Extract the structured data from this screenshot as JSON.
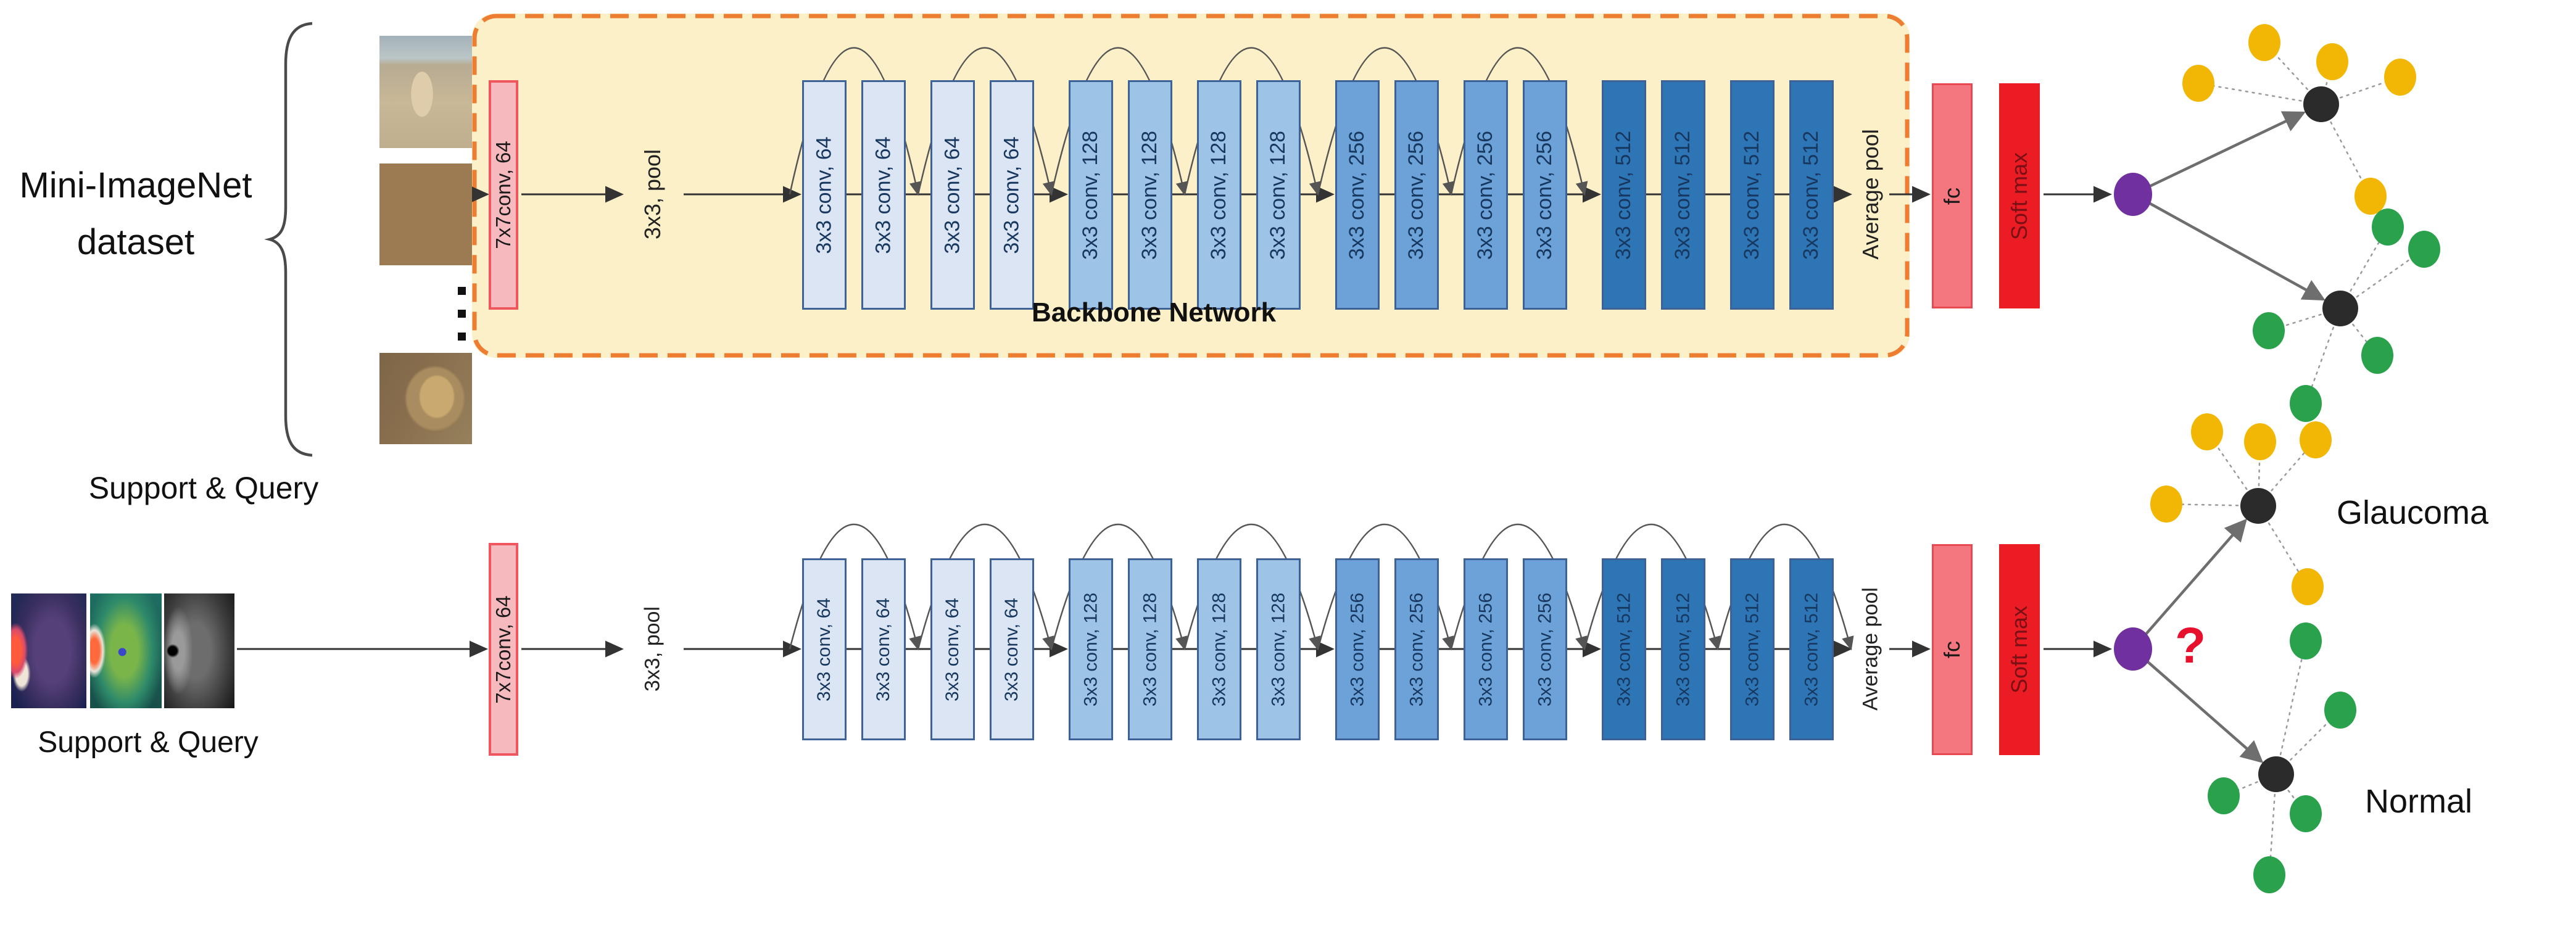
{
  "left_panel": {
    "dataset_line1": "Mini-ImageNet",
    "dataset_line2": "dataset",
    "support_query_top": "Support & Query",
    "support_query_bottom": "Support & Query",
    "top_images": [
      "dog-on-beach-photo",
      "brown-animal-scene-photo",
      "lion-photo"
    ],
    "bottom_images": [
      "retina-heatmap-purple",
      "retina-heatmap-green",
      "retina-angiogram-gray"
    ]
  },
  "network": {
    "backbone_label": "Backbone Network",
    "stem_label": "7x7conv, 64",
    "pool_label": "3x3, pool",
    "avg_pool_label": "Average pool",
    "fc_label": "fc",
    "softmax_label": "Soft max",
    "conv_blocks": [
      {
        "label": "3x3 conv, 64",
        "group": "64"
      },
      {
        "label": "3x3 conv, 64",
        "group": "64"
      },
      {
        "label": "3x3 conv, 64",
        "group": "64"
      },
      {
        "label": "3x3 conv, 64",
        "group": "64"
      },
      {
        "label": "3x3 conv, 128",
        "group": "128"
      },
      {
        "label": "3x3 conv, 128",
        "group": "128"
      },
      {
        "label": "3x3 conv, 128",
        "group": "128"
      },
      {
        "label": "3x3 conv, 128",
        "group": "128"
      },
      {
        "label": "3x3 conv, 256",
        "group": "256"
      },
      {
        "label": "3x3 conv, 256",
        "group": "256"
      },
      {
        "label": "3x3 conv, 256",
        "group": "256"
      },
      {
        "label": "3x3 conv, 256",
        "group": "256"
      },
      {
        "label": "3x3 conv, 512",
        "group": "512"
      },
      {
        "label": "3x3 conv, 512",
        "group": "512"
      },
      {
        "label": "3x3 conv, 512",
        "group": "512"
      },
      {
        "label": "3x3 conv, 512",
        "group": "512"
      }
    ]
  },
  "graphs": {
    "query_node": "query-embedding-node",
    "hub_node": "class-prototype-node",
    "yellow_support_count": 5,
    "green_support_count": 5
  },
  "classification": {
    "question_mark": "?",
    "class_top": "Glaucoma",
    "class_bottom": "Normal"
  },
  "colors": {
    "orange": "#ED7D31",
    "cream": "#FCF0C8",
    "pinkfill": "#F6B9BE",
    "pinkborder": "#F0565E",
    "fcfill": "#F4767E",
    "smfill": "#EC1C24",
    "conv64": "#DBE5F3",
    "conv128": "#9DC3E6",
    "conv256": "#6CA2D7",
    "conv512": "#2E75B6",
    "blockborder": "#3F6296",
    "blocktext": "#17375E",
    "yellow": "#F2B705",
    "green": "#2AA24C",
    "purple": "#7030A0",
    "hub": "#2B2B2B",
    "question": "#E8112D",
    "wire": "#333333",
    "arc": "#555555",
    "edge": "#9a9a9a",
    "arrowgray": "#6E6E6E"
  }
}
